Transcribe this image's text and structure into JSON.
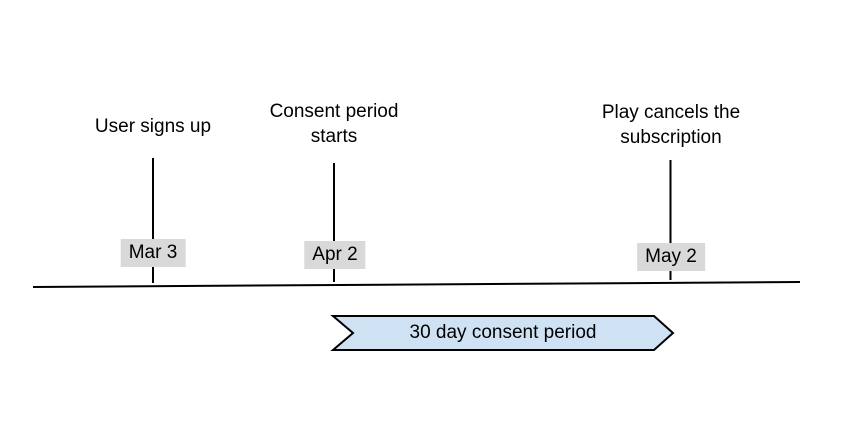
{
  "colors": {
    "label_bg": "#d9d9d9",
    "banner_fill": "#cfe2f3",
    "line": "#000000"
  },
  "timeline": {
    "events": [
      {
        "label": "User signs up",
        "date": "Mar 3"
      },
      {
        "label": "Consent period starts",
        "date": "Apr 2"
      },
      {
        "label": "Play cancels the subscription",
        "date": "May 2"
      }
    ],
    "banner": {
      "label": "30 day consent period"
    }
  }
}
